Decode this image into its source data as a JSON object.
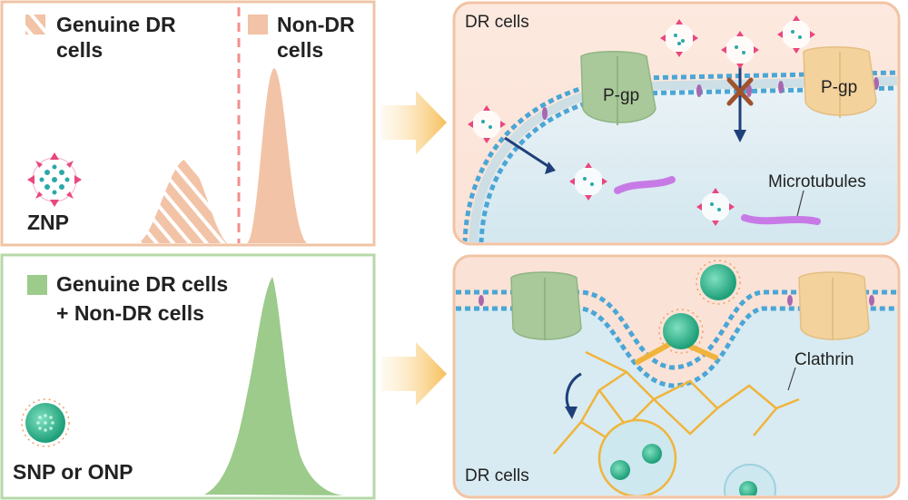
{
  "top_left": {
    "legend_genuine": "Genuine DR",
    "legend_genuine_2": "cells",
    "legend_nondr": "Non-DR",
    "legend_nondr_2": "cells",
    "particle_label": "ZNP"
  },
  "bottom_left": {
    "legend_line1": "Genuine DR cells",
    "legend_line2": "+ Non-DR cells",
    "particle_label": "SNP or ONP"
  },
  "top_right": {
    "title": "DR cells",
    "pgp_left": "P-gp",
    "pgp_right": "P-gp",
    "microtubules": "Microtubules"
  },
  "bottom_right": {
    "title": "DR cells",
    "clathrin": "Clathrin"
  },
  "colors": {
    "peach_fill": "#f2c3a6",
    "peach_border": "#f0c4a6",
    "green_fill": "#9ccb8c",
    "green_border": "#b7d8a8",
    "membrane_blue": "#4aa6d6",
    "arrow_navy": "#1f3f7a",
    "clathrin_gold": "#f0b43c",
    "microtubule_purple": "#c77ae6"
  }
}
